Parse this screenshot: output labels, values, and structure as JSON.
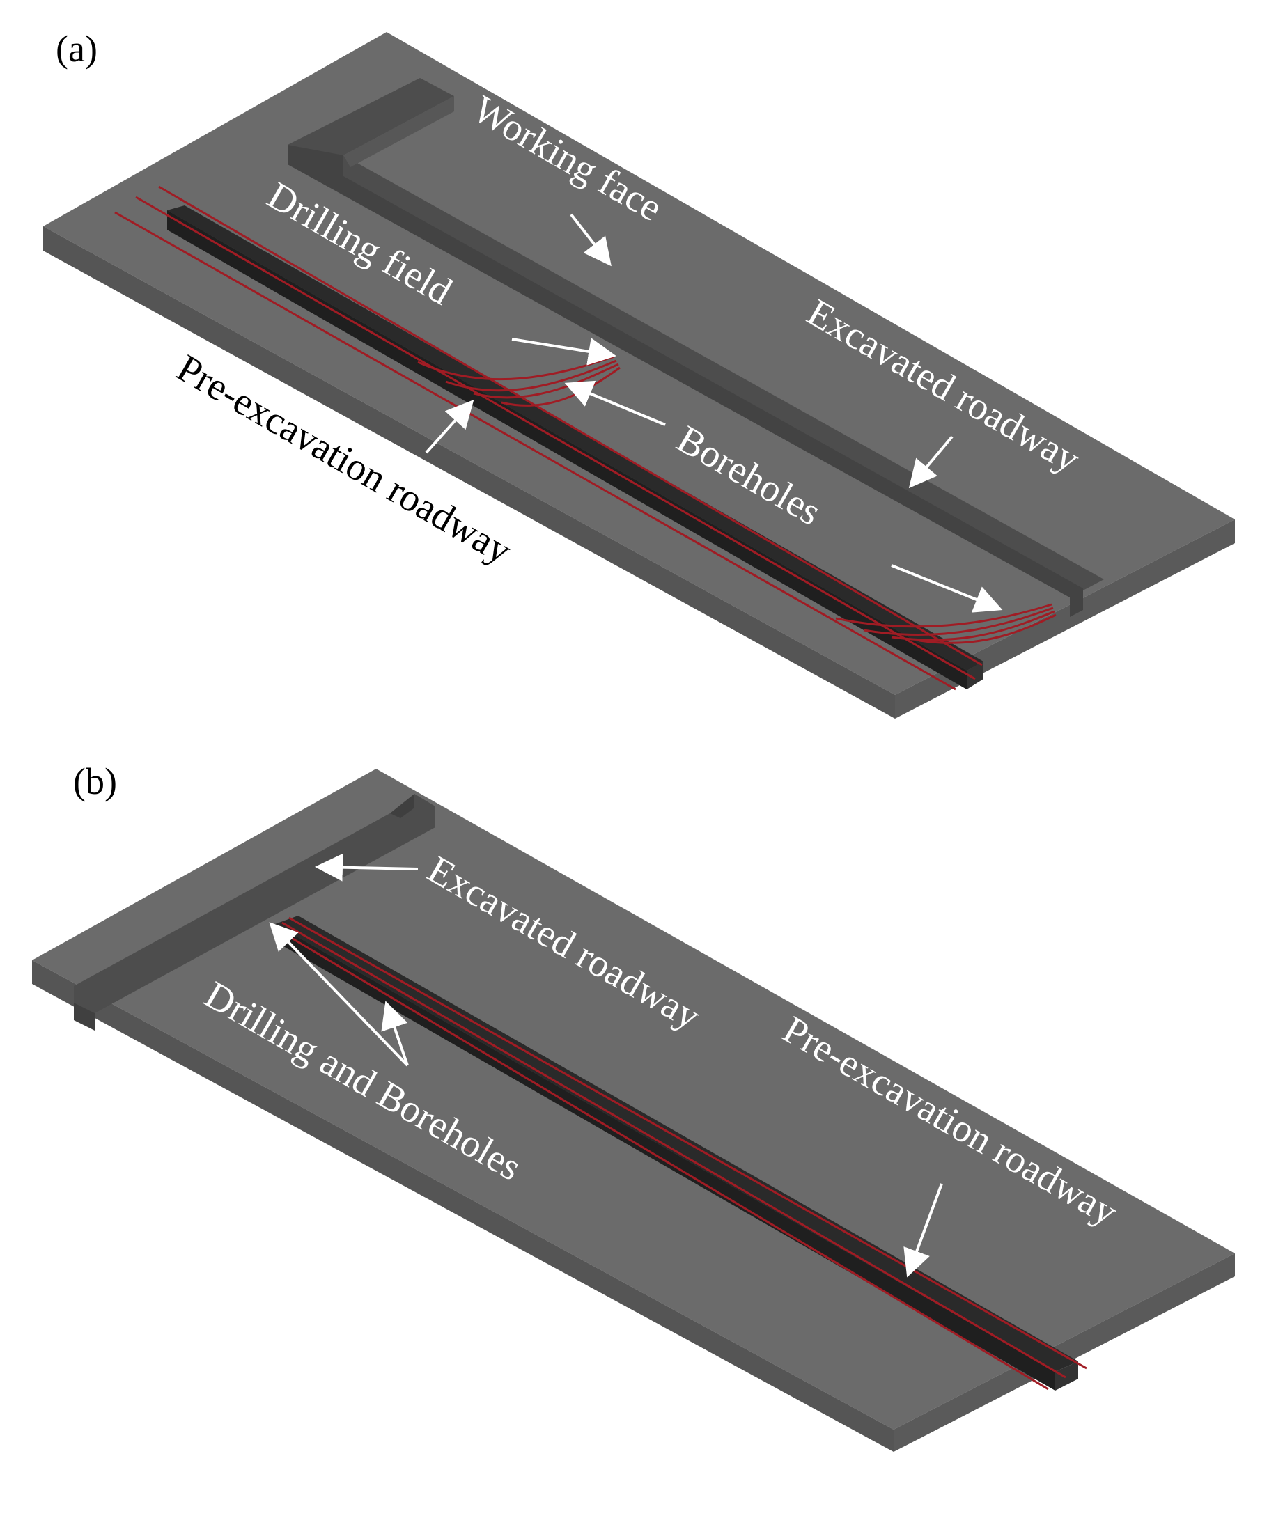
{
  "colors": {
    "slab_top": "#6b6b6b",
    "slab_side": "#5e5e5e",
    "slab_front": "#575757",
    "excavated_roadway": "#4f4f4f",
    "pre_excavation_roadway": "#262626",
    "borehole": "#a01c24",
    "label_text": "#ffffff",
    "arrow": "#ffffff"
  },
  "panel_a": {
    "panel_label": "(a)",
    "labels": {
      "working_face": "Working face",
      "drilling_field": "Drilling field",
      "excavated_roadway": "Excavated roadway",
      "boreholes": "Boreholes",
      "pre_excavation_roadway": "Pre-excavation roadway"
    }
  },
  "panel_b": {
    "panel_label": "(b)",
    "labels": {
      "excavated_roadway": "Excavated roadway",
      "drilling_and_boreholes": "Drilling and Boreholes",
      "pre_excavation_roadway": "Pre-excavation roadway"
    }
  }
}
